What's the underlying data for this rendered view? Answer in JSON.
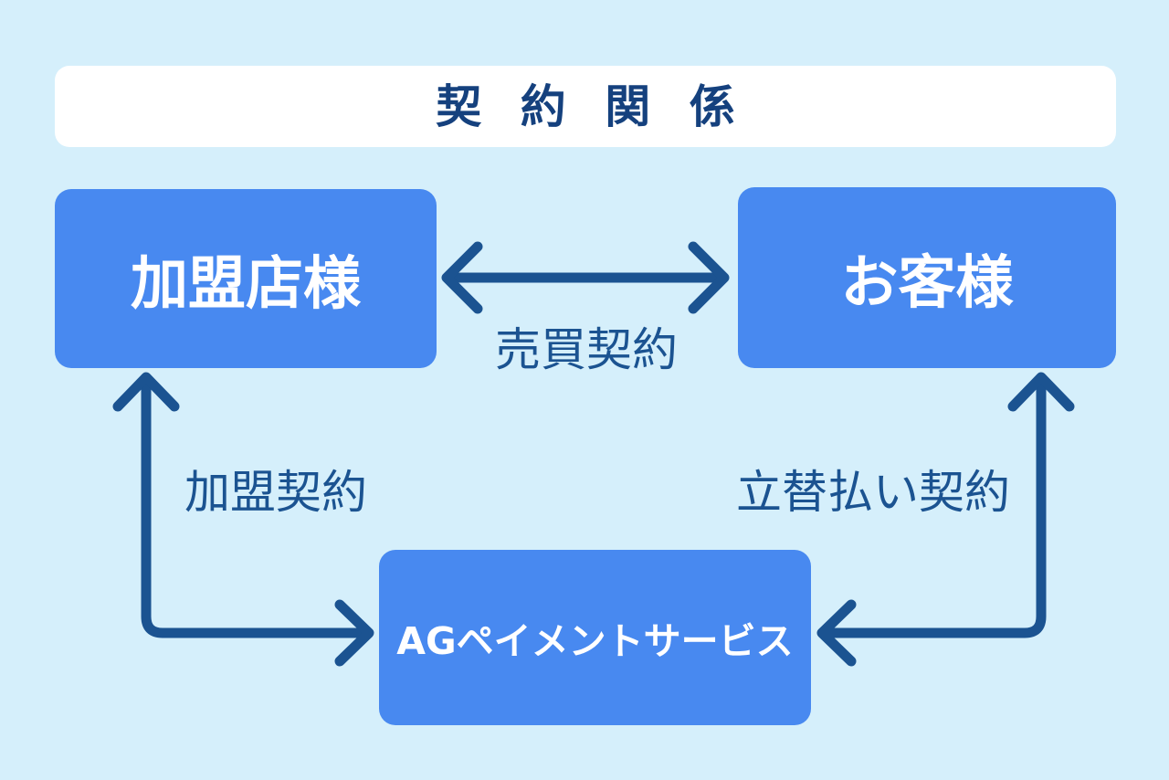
{
  "title": "契約関係",
  "nodes": {
    "merchant": "加盟店様",
    "customer": "お客様",
    "service": "AGペイメントサービス"
  },
  "edges": {
    "sales": "売買契約",
    "membership": "加盟契約",
    "advance": "立替払い契約"
  },
  "colors": {
    "background": "#d5effb",
    "panel": "#ffffff",
    "node_fill": "#4889f0",
    "node_text": "#ffffff",
    "title_text": "#15417e",
    "arrow": "#1b5391",
    "label_text": "#1b5391"
  }
}
